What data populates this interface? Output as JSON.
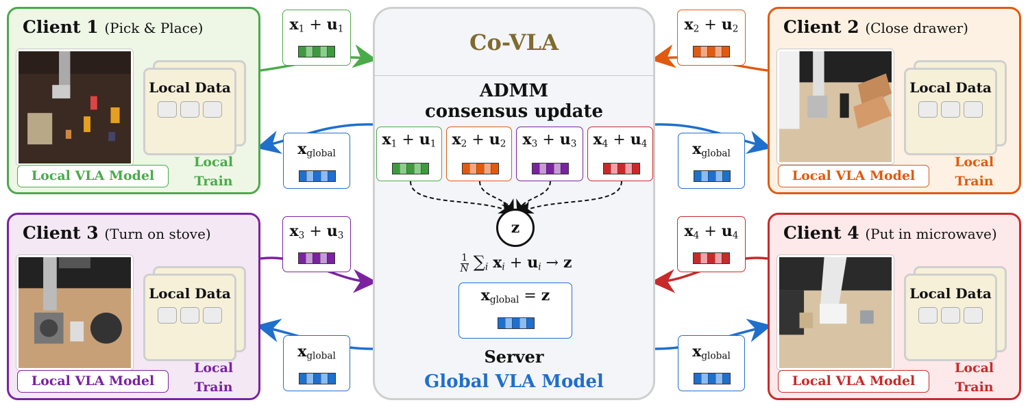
{
  "server": {
    "name": "Co-VLA",
    "admm_line1": "ADMM",
    "admm_line2": "consensus update",
    "z": "z",
    "formula": "1/N ∑i xi + ui → z",
    "assign": "xglobal = z",
    "label": "Server",
    "global_model": "Global VLA Model"
  },
  "common": {
    "local_data": "Local Data",
    "local_train_1": "Local",
    "local_train_2": "Train",
    "local_model": "Local VLA Model",
    "x_global": "global",
    "x_sym": "x",
    "u_sym": "u",
    "plus": "+"
  },
  "clients": [
    {
      "title": "Client  1",
      "task": "(Pick & Place)",
      "index": "1",
      "color": "#4aaa4a",
      "fill": "#eef6e6",
      "vector": [
        "#3e9a3e",
        "#8ccf8c",
        "#3e9a3e",
        "#8ccf8c",
        "#3e9a3e"
      ]
    },
    {
      "title": "Client  2",
      "task": "(Close drawer)",
      "index": "2",
      "color": "#e05a10",
      "fill": "#fdf1e3",
      "vector": [
        "#e05a10",
        "#f3a885",
        "#e05a10",
        "#f3a885",
        "#e05a10"
      ]
    },
    {
      "title": "Client  3",
      "task": "(Turn on stove)",
      "index": "3",
      "color": "#7a22a0",
      "fill": "#f4e8f4",
      "vector": [
        "#7a22a0",
        "#c79ad8",
        "#7a22a0",
        "#c79ad8",
        "#7a22a0"
      ]
    },
    {
      "title": "Client  4",
      "task": "(Put in microwave)",
      "index": "4",
      "color": "#c82a2a",
      "fill": "#fde8ea",
      "vector": [
        "#c82a2a",
        "#f0a2a8",
        "#c82a2a",
        "#f0a2a8",
        "#c82a2a"
      ]
    }
  ],
  "global_vector": [
    "#1f6fcc",
    "#8cbcf0",
    "#1f6fcc",
    "#8cbcf0",
    "#1f6fcc"
  ],
  "colors": {
    "server_title": "#806a2e",
    "global_blue": "#1f6fcc",
    "server_fill": "#f3f5f9",
    "local_data_fill": "#f6f0d8"
  }
}
